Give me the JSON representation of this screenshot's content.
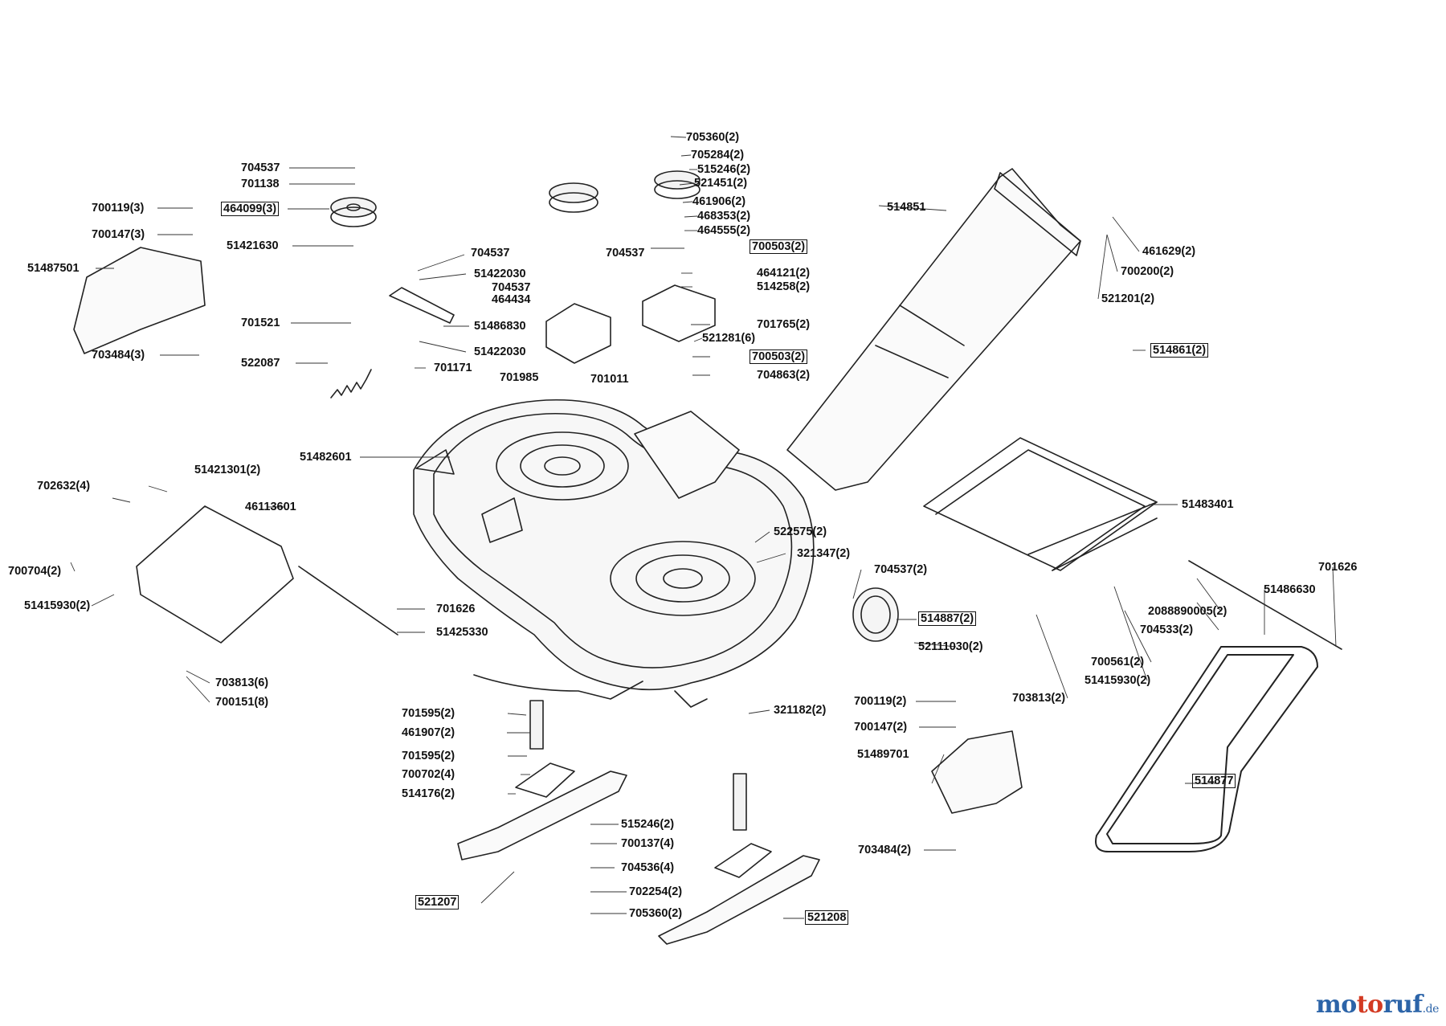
{
  "labels": {
    "l705360_2_top": "705360(2)",
    "l705284_2": "705284(2)",
    "l515246_2_top": "515246(2)",
    "l521451_2": "521451(2)",
    "l461906_2": "461906(2)",
    "l468353_2": "468353(2)",
    "l464555_2": "464555(2)",
    "l700503_2_top": "700503(2)",
    "l464121_2": "464121(2)",
    "l514258_2": "514258(2)",
    "l701765_2": "701765(2)",
    "l521281_6": "521281(6)",
    "l700503_2_mid": "700503(2)",
    "l704863_2": "704863(2)",
    "l704537_a": "704537",
    "l701138": "701138",
    "l700119_3": "700119(3)",
    "l464099_3": "464099(3)",
    "l700147_3": "700147(3)",
    "l51421630": "51421630",
    "l51487501": "51487501",
    "l704537_b": "704537",
    "l51422030_a": "51422030",
    "l704537_c": "704537",
    "l704537_d": "704537",
    "l464434": "464434",
    "l701521": "701521",
    "l51486830": "51486830",
    "l51422030_b": "51422030",
    "l703484_3": "703484(3)",
    "l522087": "522087",
    "l701171": "701171",
    "l701985": "701985",
    "l701011": "701011",
    "l514851": "514851",
    "l461629_2": "461629(2)",
    "l700200_2": "700200(2)",
    "l521201_2": "521201(2)",
    "l514861_2": "514861(2)",
    "l51482601": "51482601",
    "l702632_4": "702632(4)",
    "l51421301_2": "51421301(2)",
    "l46113601": "46113601",
    "l700704_2": "700704(2)",
    "l51415930_2_left": "51415930(2)",
    "l701626_left": "701626",
    "l51425330": "51425330",
    "l703813_6": "703813(6)",
    "l700151_8": "700151(8)",
    "l522575_2": "522575(2)",
    "l321347_2": "321347(2)",
    "l704537_2": "704537(2)",
    "l514887_2": "514887(2)",
    "l52111030_2": "52111030(2)",
    "l51483401": "51483401",
    "l701626_right": "701626",
    "l51486630": "51486630",
    "l2088890005_2": "2088890005(2)",
    "l704533_2": "704533(2)",
    "l700561_2": "700561(2)",
    "l51415930_2_right": "51415930(2)",
    "l703813_2": "703813(2)",
    "l701595_2_a": "701595(2)",
    "l461907_2": "461907(2)",
    "l701595_2_b": "701595(2)",
    "l700702_4": "700702(4)",
    "l514176_2": "514176(2)",
    "l321182_2": "321182(2)",
    "l700119_2": "700119(2)",
    "l700147_2": "700147(2)",
    "l51489701": "51489701",
    "l703484_2": "703484(2)",
    "l514877": "514877",
    "l515246_2_bot": "515246(2)",
    "l700137_4": "700137(4)",
    "l704536_4": "704536(4)",
    "l702254_2": "702254(2)",
    "l705360_2_bot": "705360(2)",
    "l521207": "521207",
    "l521208": "521208"
  },
  "watermark": {
    "part1": "mo",
    "part2": "to",
    "part3": "ruf",
    "suffix": ".de"
  }
}
